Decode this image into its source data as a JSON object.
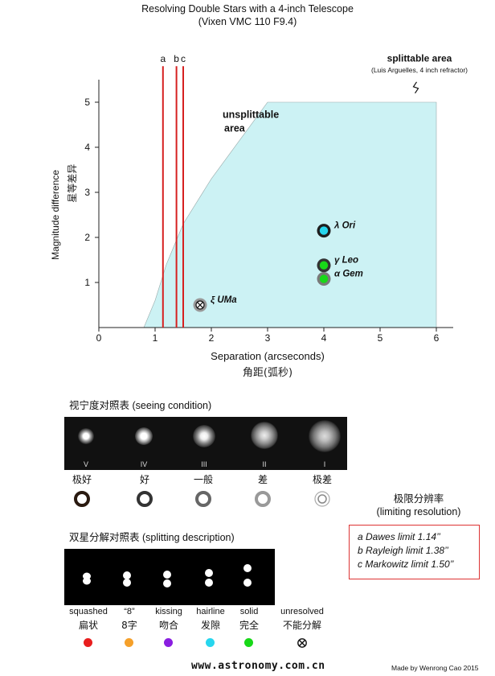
{
  "title": {
    "line1": "Resolving Double Stars with a 4-inch Telescope",
    "line2": "(Vixen VMC 110 F9.4)"
  },
  "chart_data": {
    "type": "area",
    "xlabel": "Separation (arcseconds)",
    "xlabel_cn": "角距(弧秒)",
    "ylabel": "Magnitude difference",
    "ylabel_cn": "星等差异",
    "xlim": [
      0,
      6.3
    ],
    "ylim": [
      0,
      5.5
    ],
    "xticks": [
      0,
      1,
      2,
      3,
      4,
      5,
      6
    ],
    "yticks": [
      1,
      2,
      3,
      4,
      5
    ],
    "boundary": [
      [
        0.8,
        0
      ],
      [
        1.0,
        0.6
      ],
      [
        1.2,
        1.4
      ],
      [
        1.5,
        2.3
      ],
      [
        2.0,
        3.3
      ],
      [
        2.5,
        4.15
      ],
      [
        3.0,
        5.0
      ],
      [
        6.0,
        5.0
      ],
      [
        6.0,
        0
      ]
    ],
    "area_color": "#ccf2f4",
    "region_labels": {
      "unsplittable_1": "unsplittable",
      "unsplittable_2": "area",
      "splittable": "splittable area",
      "splittable_note": "(Luis Arguelles, 4 inch refractor)"
    },
    "limits": [
      {
        "letter": "a",
        "name": "Dawes limit",
        "value": 1.14
      },
      {
        "letter": "b",
        "name": "Rayleigh limit",
        "value": 1.38
      },
      {
        "letter": "c",
        "name": "Markowitz limit",
        "value": 1.5
      }
    ],
    "limit_color": "#d62020",
    "stars": [
      {
        "name": "λ Ori",
        "x": 4.0,
        "y": 2.15,
        "ring": "#1e1e1e",
        "fill": "#27d6ee",
        "unresolved": false
      },
      {
        "name": "γ Leo",
        "x": 4.0,
        "y": 1.38,
        "ring": "#333333",
        "fill": "#18d818",
        "unresolved": false
      },
      {
        "name": "α Gem",
        "x": 4.0,
        "y": 1.08,
        "ring": "#7a7a7a",
        "fill": "#18d818",
        "unresolved": false
      },
      {
        "name": "ξ UMa",
        "x": 1.8,
        "y": 0.5,
        "ring": "#999999",
        "fill": "#ffffff",
        "unresolved": true
      }
    ]
  },
  "seeing": {
    "heading_cn": "视宁度对照表",
    "heading_en": "(seeing condition)",
    "numerals": [
      "V",
      "IV",
      "III",
      "II",
      "I"
    ],
    "labels_cn": [
      "极好",
      "好",
      "一般",
      "差",
      "极差"
    ],
    "ring_colors": [
      "#2a1a10",
      "#333333",
      "#666666",
      "#999999",
      "#bbbbbb"
    ]
  },
  "limiting_resolution": {
    "cn": "极限分辨率",
    "en": "(limiting resolution)"
  },
  "legend": {
    "a": "a  Dawes limit 1.14’’",
    "b": "b  Rayleigh limit 1.38’’",
    "c": "c  Markowitz limit 1.50’’"
  },
  "splitting": {
    "heading_cn": "双星分解对照表",
    "heading_en": "(splitting description)",
    "items": [
      {
        "en": "squashed",
        "cn": "扁状",
        "color": "#e81e1e"
      },
      {
        "en": "“8”",
        "cn": "8字",
        "color": "#f5a02a"
      },
      {
        "en": "kissing",
        "cn": "吻合",
        "color": "#8a1ee0"
      },
      {
        "en": "hairline",
        "cn": "发隙",
        "color": "#27d6ee"
      },
      {
        "en": "solid",
        "cn": "完全",
        "color": "#18d818"
      },
      {
        "en": "unresolved",
        "cn": "不能分解",
        "color": ""
      }
    ]
  },
  "footer": {
    "site": "www.astronomy.com.cn",
    "credit": "Made by Wenrong Cao 2015"
  }
}
